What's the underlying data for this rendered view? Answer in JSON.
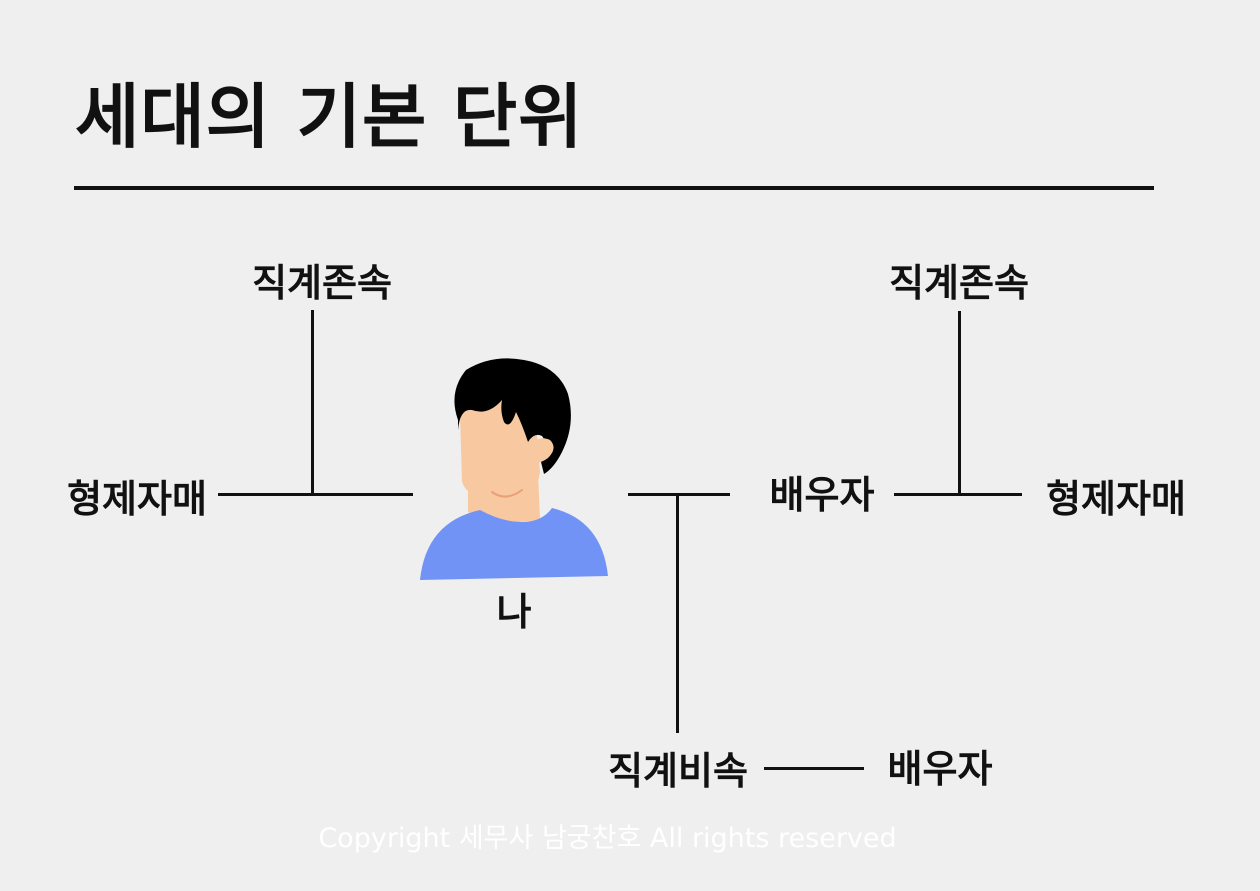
{
  "title": "세대의 기본 단위",
  "nodes": {
    "me": "나",
    "ascendant_left": "직계존속",
    "sibling_left": "형제자매",
    "spouse": "배우자",
    "ascendant_right": "직계존속",
    "sibling_right": "형제자매",
    "descendant": "직계비속",
    "descendant_spouse": "배우자"
  },
  "avatar": {
    "hair_color": "#000000",
    "skin_color": "#f8c9a0",
    "shirt_color": "#7293f6"
  },
  "copyright": "Copyright 세무사 남궁찬호 All rights reserved"
}
